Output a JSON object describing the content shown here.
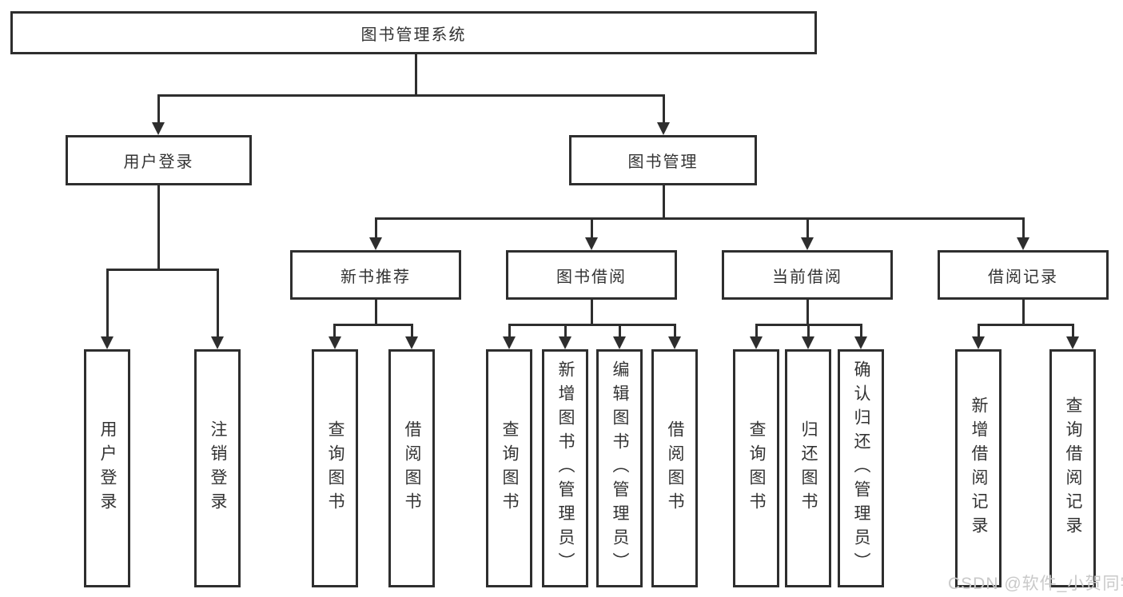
{
  "diagram": {
    "type": "tree-structure-diagram",
    "colors": {
      "line": "#2e2e2e",
      "text": "#333333",
      "background": "#ffffff",
      "watermark": "#c9c9c9"
    },
    "root": {
      "label": "图书管理系统"
    },
    "level2": [
      {
        "label": "用户登录"
      },
      {
        "label": "图书管理"
      }
    ],
    "level3": [
      {
        "label": "新书推荐"
      },
      {
        "label": "图书借阅"
      },
      {
        "label": "当前借阅"
      },
      {
        "label": "借阅记录"
      }
    ],
    "leaves": {
      "user_login": [
        "用户登录",
        "注销登录"
      ],
      "new_book_recommend": [
        "查询图书",
        "借阅图书"
      ],
      "book_borrow": [
        "查询图书",
        "新增图书（管理员）",
        "编辑图书（管理员）",
        "借阅图书"
      ],
      "current_borrow": [
        "查询图书",
        "归还图书",
        "确认归还（管理员）"
      ],
      "borrow_records": [
        "新增借阅记录",
        "查询借阅记录"
      ]
    },
    "watermark": "CSDN @软件_小贺同学"
  }
}
